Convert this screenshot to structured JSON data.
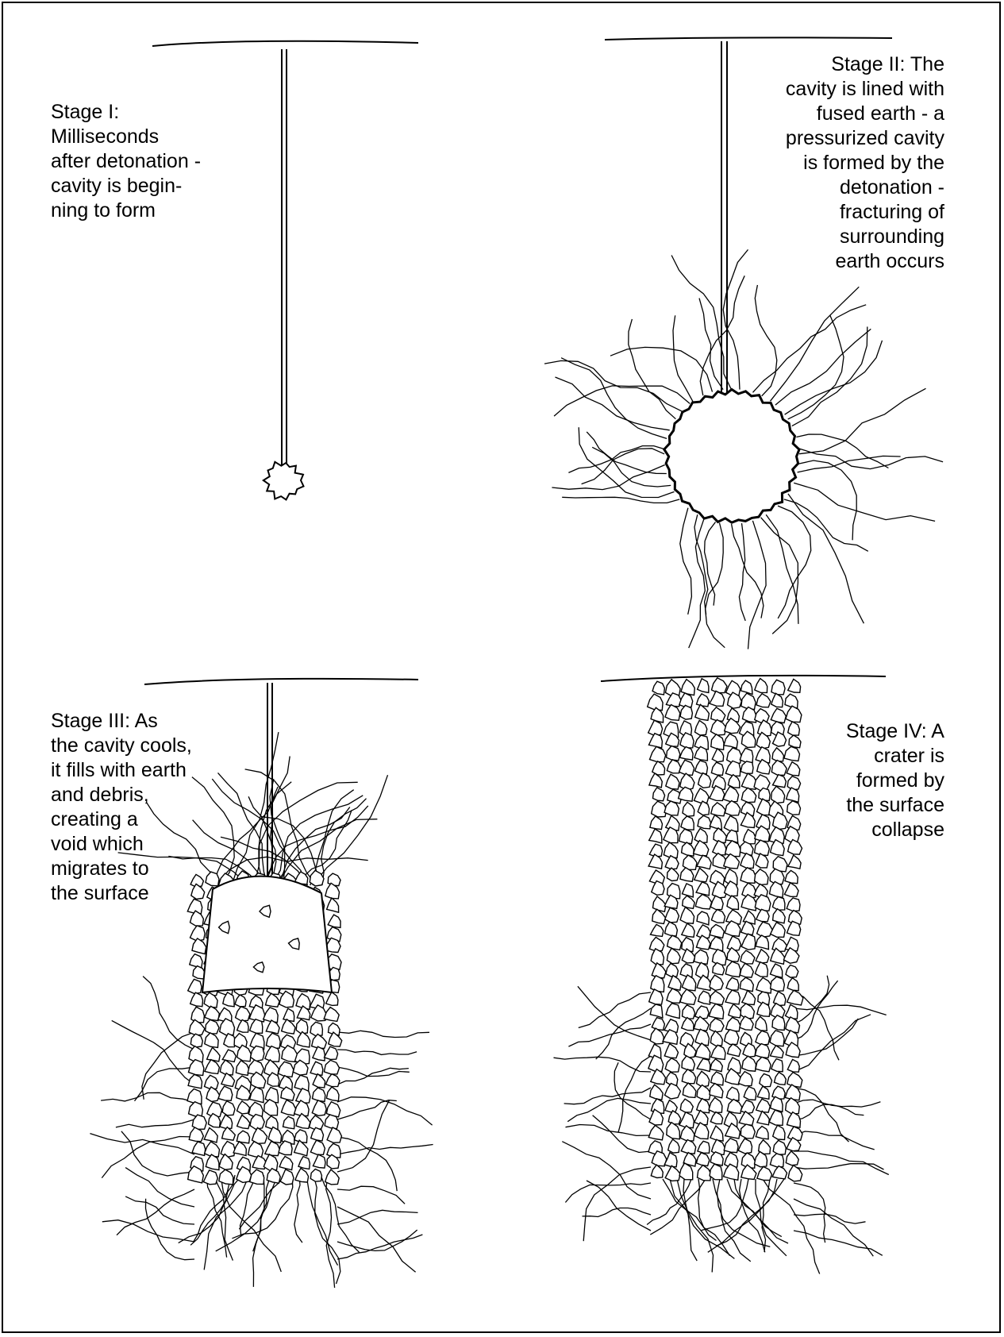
{
  "stages": [
    {
      "label": "Stage I:\nMilliseconds\nafter detonation -\ncavity is begin-\nning to form"
    },
    {
      "label": "Stage II:  The\ncavity is lined with\nfused earth  - a\npressurized cavity\nis formed by the\ndetonation -\nfracturing of\nsurrounding\nearth occurs"
    },
    {
      "label": "Stage III:  As\nthe cavity cools,\nit fills with earth\nand debris,\ncreating a\nvoid which\nmigrates to\nthe surface"
    },
    {
      "label": "Stage IV:  A\ncrater is\nformed by\nthe surface\ncollapse"
    }
  ]
}
